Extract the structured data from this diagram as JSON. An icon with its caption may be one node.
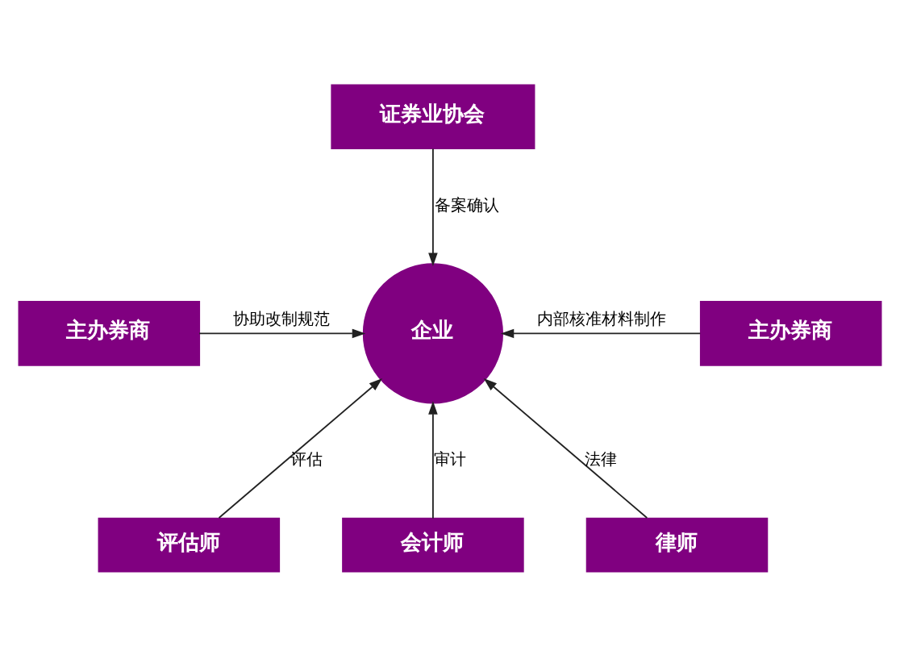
{
  "diagram": {
    "nodes": [
      {
        "text": [
          "证券业协会"
        ]
      },
      {
        "text": [
          "主办券商"
        ]
      },
      {
        "text": [
          "企业"
        ]
      },
      {
        "text": [
          "主办券商"
        ]
      },
      {
        "text": [
          "评估师"
        ]
      },
      {
        "text": [
          "会计师"
        ]
      },
      {
        "text": [
          "律师"
        ]
      }
    ],
    "edges": [
      {
        "from": 0,
        "to": 2,
        "arrow": "to",
        "label": "备案确认"
      },
      {
        "from": 1,
        "to": 2,
        "arrow": "to",
        "label": "协助改制规范"
      },
      {
        "from": 3,
        "to": 2,
        "arrow": "to",
        "label": "内部核准材料制作"
      },
      {
        "from": 4,
        "to": 2,
        "arrow": "to",
        "label": "评估"
      },
      {
        "from": 5,
        "to": 2,
        "arrow": "to",
        "label": "审计"
      },
      {
        "from": 6,
        "to": 2,
        "arrow": "to",
        "label": "法律"
      }
    ]
  }
}
